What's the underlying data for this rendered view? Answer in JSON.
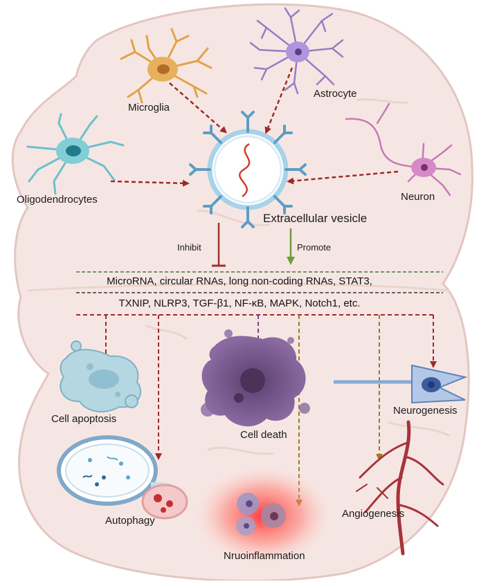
{
  "labels": {
    "microglia": "Microglia",
    "astrocyte": "Astrocyte",
    "oligodendrocytes": "Oligodendrocytes",
    "neuron": "Neuron",
    "extracellular_vesicle": "Extracellular vesicle",
    "inhibit": "Inhibit",
    "promote": "Promote",
    "cell_apoptosis": "Cell apoptosis",
    "cell_death": "Cell death",
    "neurogenesis": "Neurogenesis",
    "autophagy": "Autophagy",
    "angiogenesis": "Angiogenesis",
    "neuroinflammation": "Nruoinflammation"
  },
  "molecules": {
    "line1": "MicroRNA, circular RNAs, long non-coding RNAs, STAT3,",
    "line2": "TXNIP, NLRP3, TGF-β1, NF-κB, MAPK, Notch1, etc."
  },
  "colors": {
    "brain_fill": "#f6e6e3",
    "brain_outline": "#e2c6c1",
    "arrow_red": "#9b2a2a",
    "arrow_olive": "#a07828",
    "arrow_purple": "#7a3f8c",
    "arrow_green": "#6e9b3a",
    "inhibit": "#a03030",
    "divider_green": "#3a7a3a",
    "microglia": "#e2a24a",
    "astrocyte": "#9a7ac6",
    "oligodendrocyte": "#6cc0cc",
    "neuron": "#c779b6",
    "vesicle": "#7fb8d8",
    "apoptosis": "#a9cfdb",
    "cell_death": "#6c4e7e",
    "neurogenesis": "#88a9d6",
    "autophagy": "#7fa9c9",
    "vessel": "#a8323a",
    "inflammation": "#ff4d4d"
  }
}
